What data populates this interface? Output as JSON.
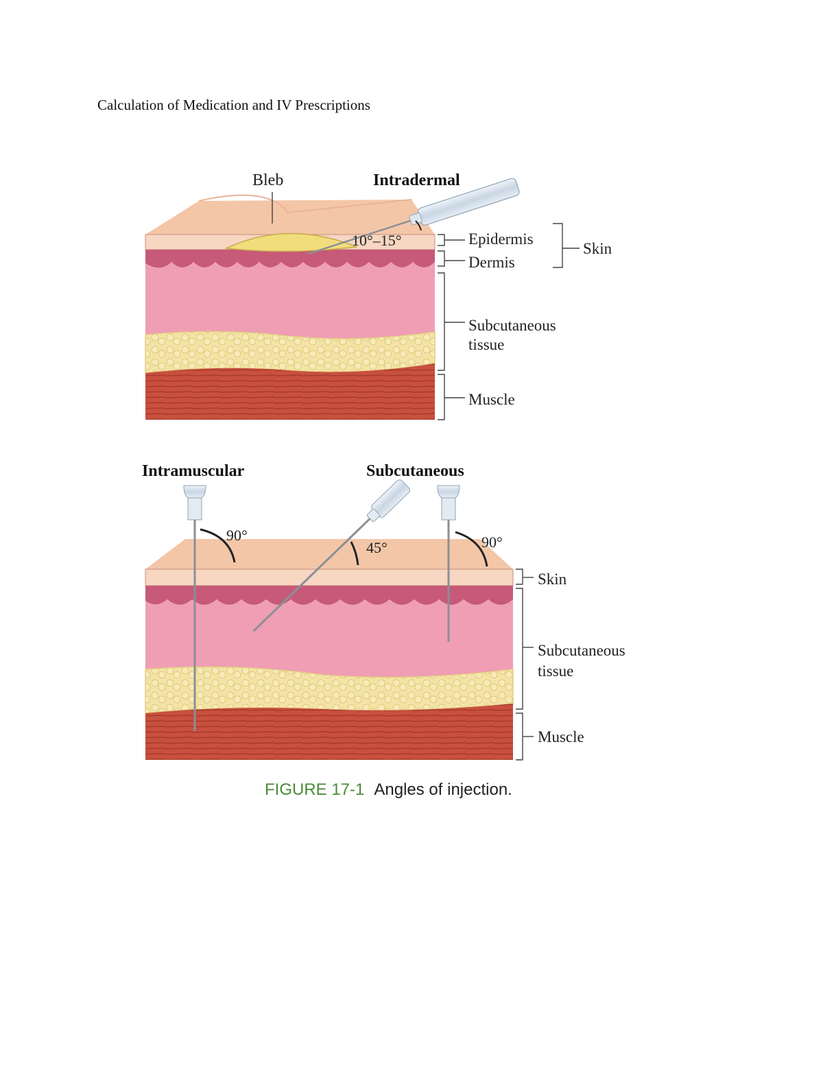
{
  "page": {
    "header": "Calculation of Medication and IV Prescriptions"
  },
  "top_diagram": {
    "title": "Intradermal",
    "bleb_label": "Bleb",
    "angle_label": "10°–15°",
    "layers": {
      "epidermis": "Epidermis",
      "dermis": "Dermis",
      "skin": "Skin",
      "subcutaneous_line1": "Subcutaneous",
      "subcutaneous_line2": "tissue",
      "muscle": "Muscle"
    }
  },
  "bottom_diagram": {
    "title_left": "Intramuscular",
    "title_right": "Subcutaneous",
    "angle_im": "90°",
    "angle_subq_45": "45°",
    "angle_subq_90": "90°",
    "layers": {
      "skin": "Skin",
      "subcutaneous_line1": "Subcutaneous",
      "subcutaneous_line2": "tissue",
      "muscle": "Muscle"
    }
  },
  "caption": {
    "number": "FIGURE 17-1",
    "text": "Angles of injection."
  },
  "colors": {
    "skin_top": "#f6cfb4",
    "skin_front": "#f8d8c4",
    "dermis": "#c9607a",
    "subcutaneous": "#ef9fb3",
    "fat": "#f0dfa0",
    "muscle": "#c8503e",
    "bleb": "#f1dd7c",
    "caption_accent": "#4a8a3a"
  }
}
